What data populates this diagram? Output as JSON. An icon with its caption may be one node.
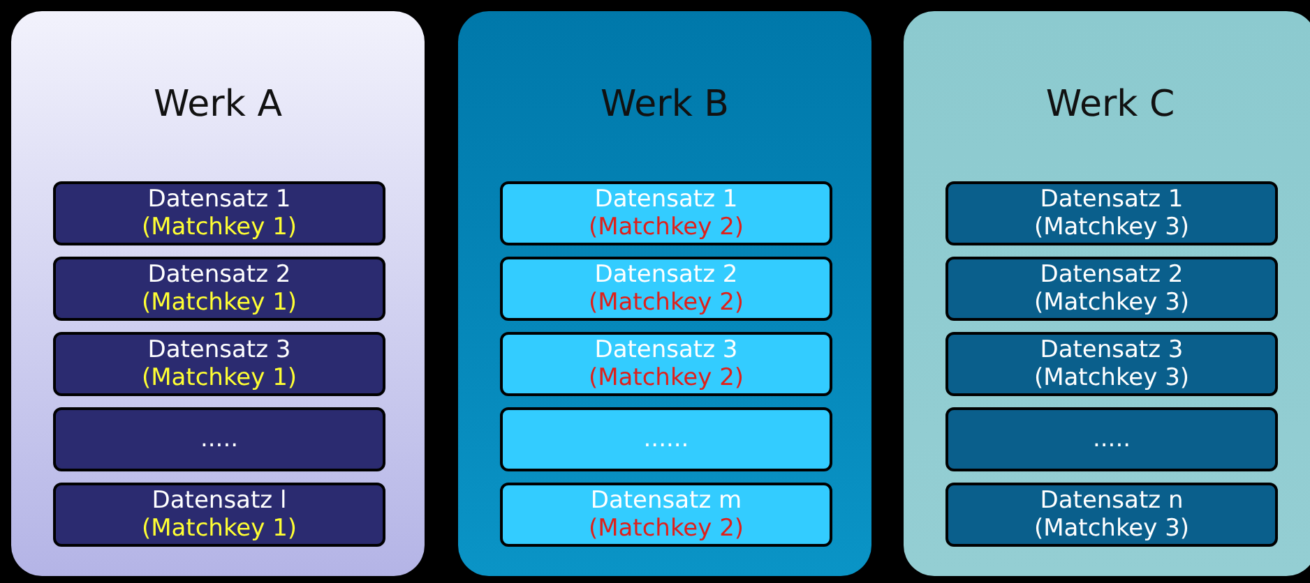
{
  "diagram": {
    "nodes": [
      {
        "text": [
          "Werk A"
        ]
      },
      {
        "text": [
          "Datensatz 1",
          "(Matchkey 1)"
        ],
        "in": 0
      },
      {
        "text": [
          "Datensatz 2",
          "(Matchkey 1)"
        ],
        "in": 0
      },
      {
        "text": [
          "Datensatz 3",
          "(Matchkey 1)"
        ],
        "in": 0
      },
      {
        "text": [
          "....."
        ],
        "in": 0
      },
      {
        "text": [
          "Datensatz l",
          "(Matchkey 1)"
        ],
        "in": 0
      },
      {
        "text": [
          "Werk B"
        ]
      },
      {
        "text": [
          "Datensatz 1",
          "(Matchkey 2)"
        ],
        "in": 6
      },
      {
        "text": [
          "Datensatz 2",
          "(Matchkey 2)"
        ],
        "in": 6
      },
      {
        "text": [
          "Datensatz 3",
          "(Matchkey 2)"
        ],
        "in": 6
      },
      {
        "text": [
          "......"
        ],
        "in": 6
      },
      {
        "text": [
          "Datensatz m",
          "(Matchkey 2)"
        ],
        "in": 6
      },
      {
        "text": [
          "Werk C"
        ]
      },
      {
        "text": [
          "Datensatz 1",
          "(Matchkey 3)"
        ],
        "in": 12
      },
      {
        "text": [
          "Datensatz 2",
          "(Matchkey 3)"
        ],
        "in": 12
      },
      {
        "text": [
          "Datensatz 3",
          "(Matchkey 3)"
        ],
        "in": 12
      },
      {
        "text": [
          "....."
        ],
        "in": 12
      },
      {
        "text": [
          "Datensatz n",
          "(Matchkey 3)"
        ],
        "in": 12
      }
    ],
    "edges": []
  }
}
